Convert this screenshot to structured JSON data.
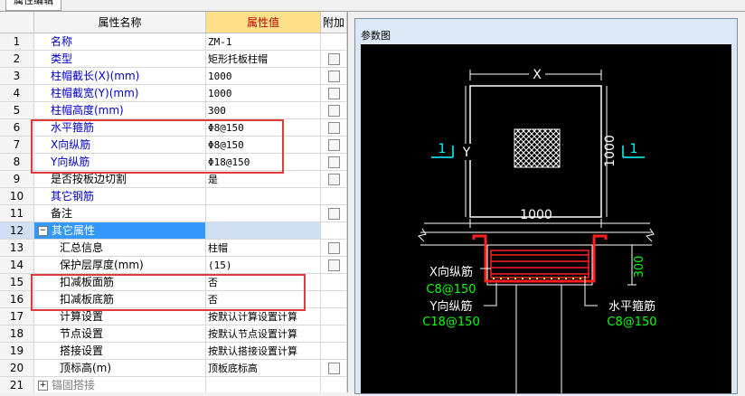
{
  "tab_label": "属性编辑",
  "headers": {
    "name": "属性名称",
    "value": "属性值",
    "add": "附加"
  },
  "rows": [
    {
      "num": "1",
      "name": "名称",
      "value": "ZM-1"
    },
    {
      "num": "2",
      "name": "类型",
      "value": "矩形托板柱帽"
    },
    {
      "num": "3",
      "name": "柱帽截长(X)(mm)",
      "value": "1000"
    },
    {
      "num": "4",
      "name": "柱帽截宽(Y)(mm)",
      "value": "1000"
    },
    {
      "num": "5",
      "name": "柱帽高度(mm)",
      "value": "300"
    },
    {
      "num": "6",
      "name": "水平箍筋",
      "value": "Φ8@150"
    },
    {
      "num": "7",
      "name": "X向纵筋",
      "value": "Φ8@150"
    },
    {
      "num": "8",
      "name": "Y向纵筋",
      "value": "Φ18@150"
    },
    {
      "num": "9",
      "name": "是否按板边切割",
      "value": "是"
    },
    {
      "num": "10",
      "name": "其它钢筋",
      "value": ""
    },
    {
      "num": "11",
      "name": "备注",
      "value": ""
    },
    {
      "num": "12",
      "name": "其它属性",
      "value": ""
    },
    {
      "num": "13",
      "name": "汇总信息",
      "value": "柱帽"
    },
    {
      "num": "14",
      "name": "保护层厚度(mm)",
      "value": "(15)"
    },
    {
      "num": "15",
      "name": "扣减板面筋",
      "value": "否"
    },
    {
      "num": "16",
      "name": "扣减板底筋",
      "value": "否"
    },
    {
      "num": "17",
      "name": "计算设置",
      "value": "按默认计算设置计算"
    },
    {
      "num": "18",
      "name": "节点设置",
      "value": "按默认节点设置计算"
    },
    {
      "num": "19",
      "name": "搭接设置",
      "value": "按默认搭接设置计算"
    },
    {
      "num": "20",
      "name": "顶标高(m)",
      "value": "顶板底标高"
    },
    {
      "num": "21",
      "name": "锚固搭接",
      "value": ""
    }
  ],
  "panel": {
    "title": "参数图",
    "dims": {
      "x": "X",
      "y": "Y",
      "width": "1000",
      "height": "1000",
      "depth": "300",
      "section": "1"
    },
    "labels": {
      "xbar": "X向纵筋",
      "xbar_spec": "C8@150",
      "ybar": "Y向纵筋",
      "ybar_spec": "C18@150",
      "stirrup": "水平箍筋",
      "stirrup_spec": "C8@150"
    }
  }
}
